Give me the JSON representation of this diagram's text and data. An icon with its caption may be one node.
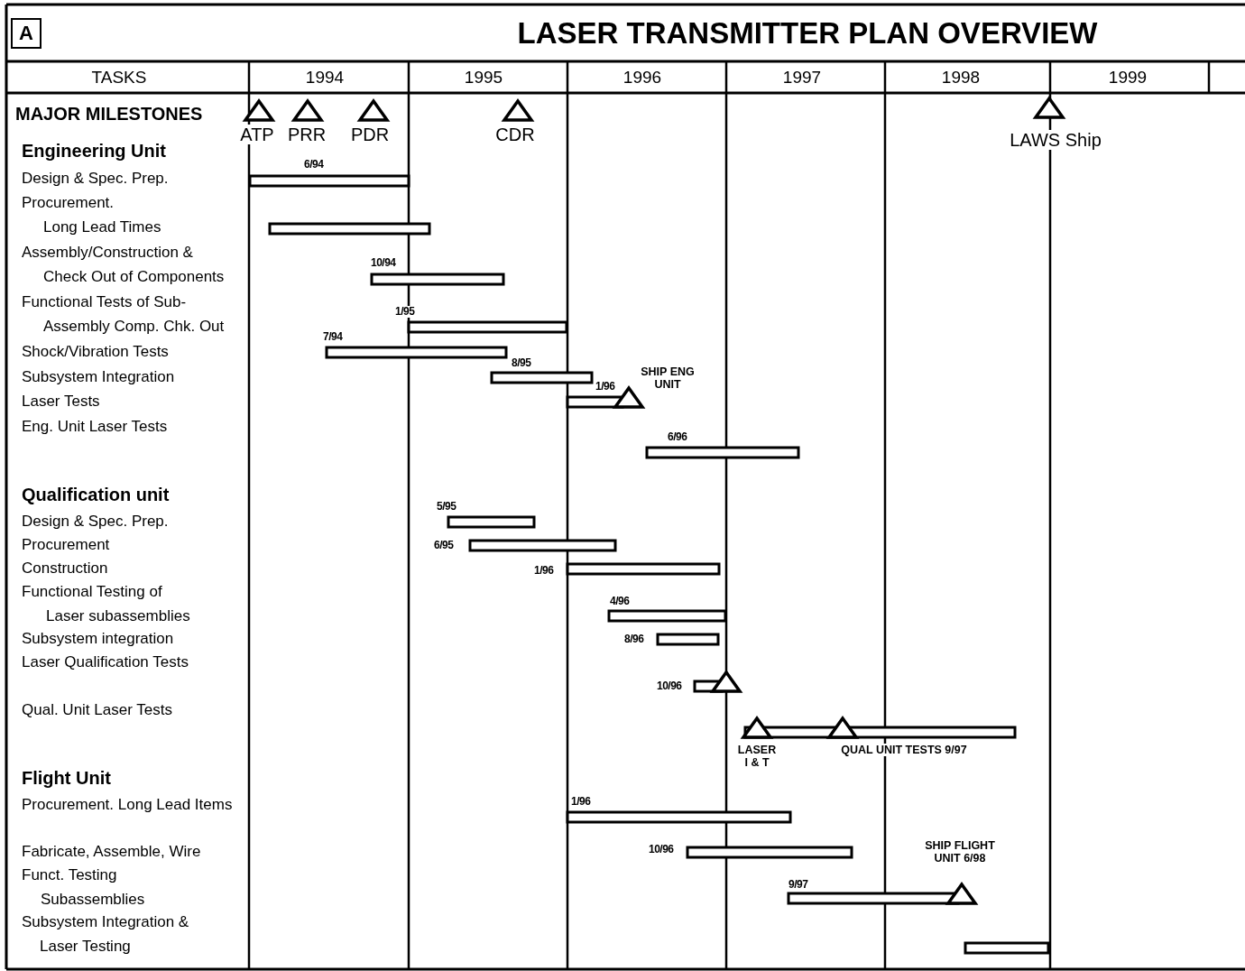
{
  "diagram": {
    "title": "LASER TRANSMITTER PLAN OVERVIEW",
    "labels": [
      "A",
      "TASKS",
      "1994",
      "1995",
      "1996",
      "1997",
      "1998",
      "1999",
      "MAJOR MILESTONES",
      "ATP",
      "PRR",
      "PDR",
      "CDR",
      "LAWS Ship",
      "Engineering Unit",
      "6/94",
      "Design & Spec. Prep.",
      "Procurement. Long Lead Times",
      "10/94",
      "Assembly/Construction & Check Out of Components",
      "1/95",
      "Functional Tests of Sub- Assembly Comp. Chk. Out",
      "7/94",
      "Shock/Vibration Tests",
      "8/95",
      "SHIP ENG UNIT",
      "Subsystem Integration",
      "1/96",
      "Laser Tests",
      "Eng. Unit Laser Tests",
      "6/96",
      "Qualification unit",
      "5/95",
      "Design & Spec. Prep.",
      "Procurement",
      "6/95",
      "Construction",
      "1/96",
      "Functional Testing of Laser subassemblies",
      "4/96",
      "Subsystem integration",
      "8/96",
      "Laser Qualification Tests",
      "10/96",
      "Qual. Unit Laser Tests",
      "LASER I & T",
      "QUAL UNIT TESTS 9/97",
      "Flight Unit",
      "Procurement. Long Lead Items",
      "1/96",
      "Fabricate, Assemble, Wire",
      "10/96",
      "SHIP FLIGHT UNIT 6/98",
      "Funct. Testing Subassemblies",
      "9/97",
      "Subsystem Integration & Laser Testing"
    ]
  }
}
